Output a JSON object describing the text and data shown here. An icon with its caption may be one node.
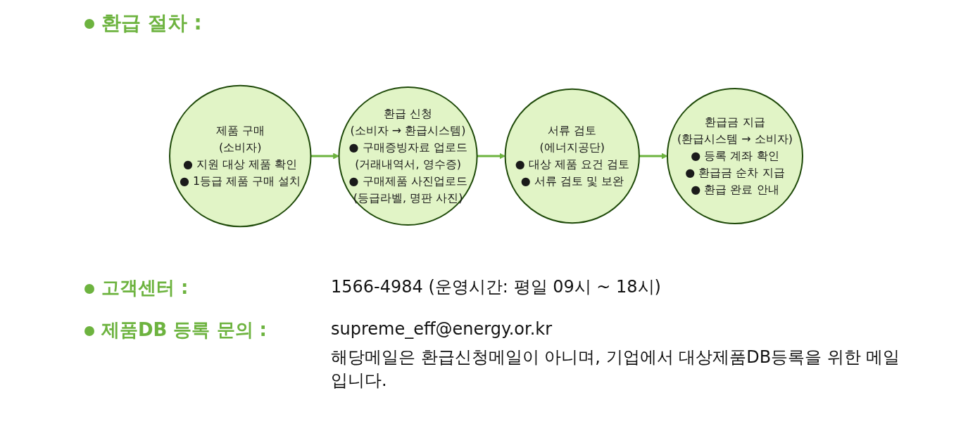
{
  "diagram": {
    "title": "환급 절차 :",
    "nodes": [
      {
        "text": [
          "제품 구매",
          "(소비자)",
          "● 지원 대상 제품 확인",
          "● 1등급 제품 구매 설치"
        ]
      },
      {
        "text": [
          "환급 신청",
          "(소비자 → 환급시스템)",
          "● 구매증빙자료 업로드",
          "(거래내역서, 영수증)",
          "● 구매제품 사진업로드",
          "(등급라벨, 명판 사진)"
        ]
      },
      {
        "text": [
          "서류 검토",
          "(에너지공단)",
          "● 대상 제품 요건 검토",
          "● 서류 검토 및 보완"
        ]
      },
      {
        "text": [
          "환급금 지급",
          "(환급시스템 → 소비자)",
          "● 등록 계좌 확인",
          "● 환급금 순차 지급",
          "● 환급 완료 안내"
        ]
      }
    ],
    "edges": [
      {
        "from": 0,
        "to": 1,
        "arrow": "to"
      },
      {
        "from": 1,
        "to": 2,
        "arrow": "to"
      },
      {
        "from": 2,
        "to": 3,
        "arrow": "to"
      }
    ],
    "labels": [
      "고객센터 :",
      "1566-4984 (운영시간: 평일 09시 ~ 18시)",
      "제품DB 등록 문의 :",
      "supreme_eff@energy.or.kr",
      "해당메일은 환급신청메일이 아니며, 기업에서 대상제품DB등록을 위한 메일입니다."
    ]
  }
}
